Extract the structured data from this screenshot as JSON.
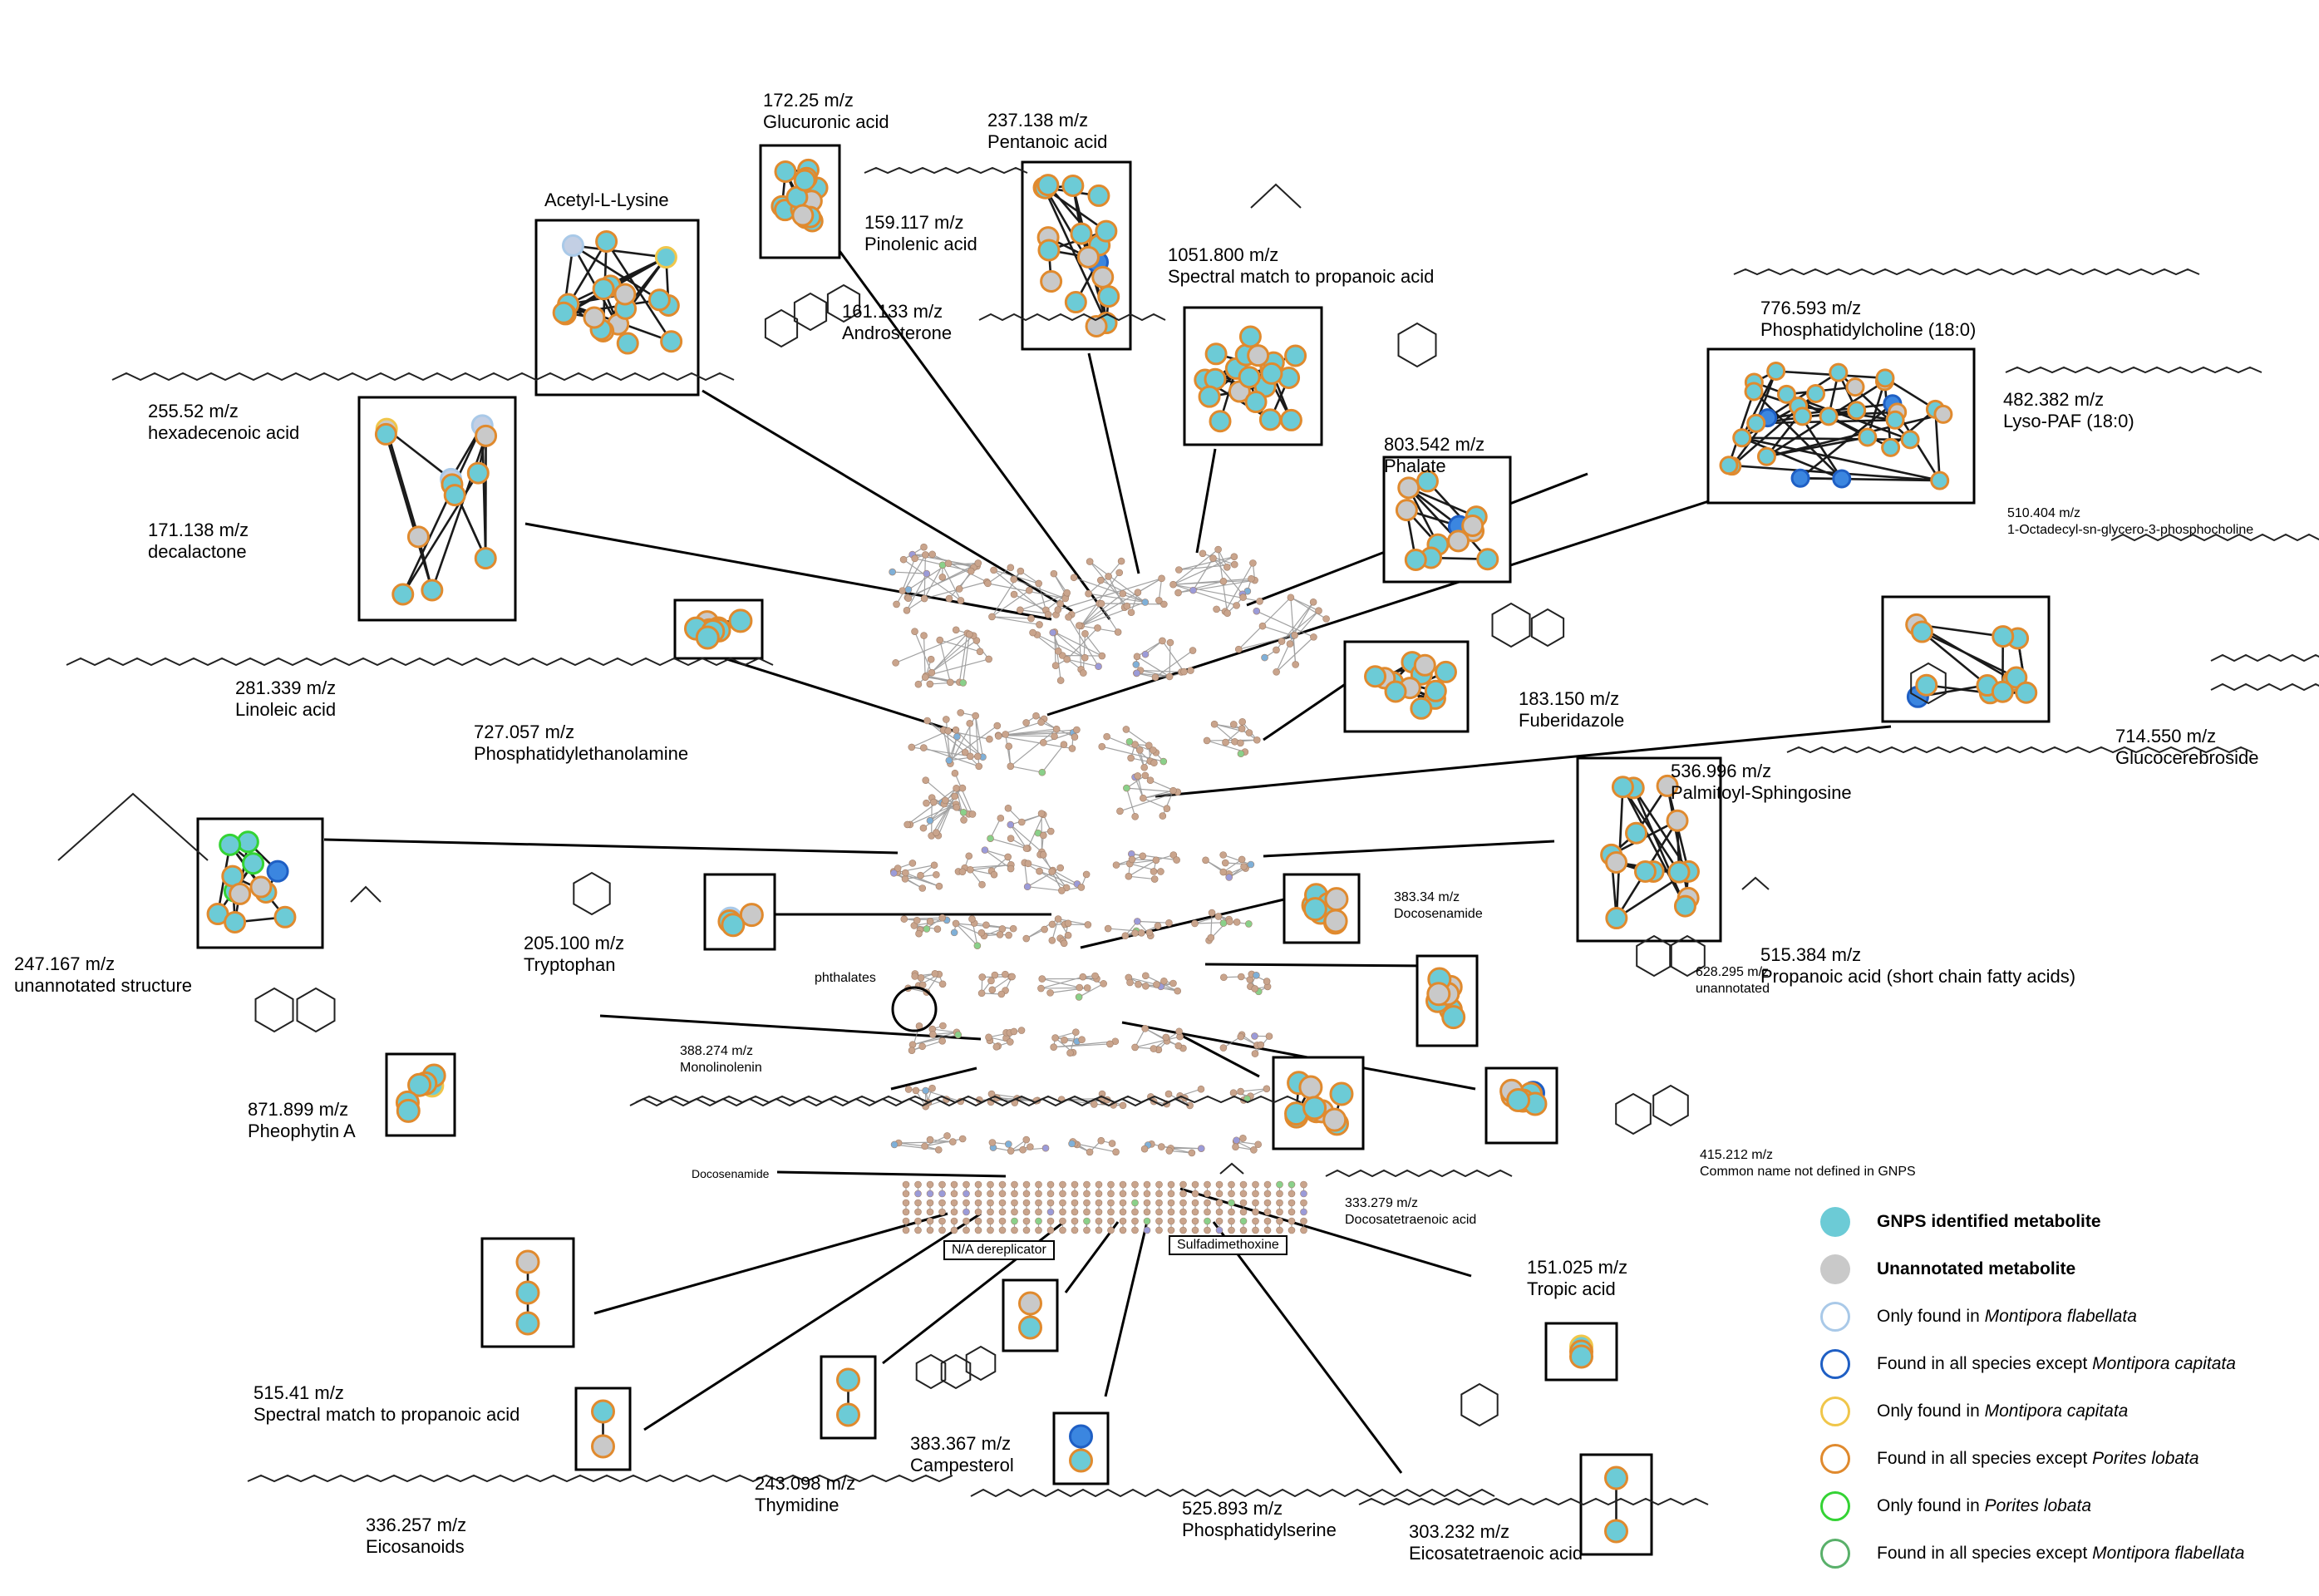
{
  "colors": {
    "gnps_fill": "#6ccbd6",
    "unannotated_fill": "#c9c9c9",
    "edge": "#1a1a1a",
    "network_node": "#c9a48c",
    "network_edge": "#8a8a8a",
    "only_mflabellata": "#a9c9e8",
    "all_except_mcapitata": "#1f5fc4",
    "only_mcapitata": "#f0c64a",
    "all_except_plobata": "#e08a2e",
    "only_plobata": "#34d334",
    "all_except_mflabellata": "#59b06a"
  },
  "labels": [
    {
      "mz": "172.25 m/z",
      "name": "Glucuronic acid"
    },
    {
      "mz": "237.138 m/z",
      "name": "Pentanoic acid"
    },
    {
      "mz": "",
      "name": "Acetyl-L-Lysine"
    },
    {
      "mz": "159.117 m/z",
      "name": "Pinolenic acid"
    },
    {
      "mz": "1051.800 m/z",
      "name": "Spectral match to propanoic acid"
    },
    {
      "mz": "161.133 m/z",
      "name": "Androsterone"
    },
    {
      "mz": "776.593 m/z",
      "name": "Phosphatidylcholine (18:0)"
    },
    {
      "mz": "482.382 m/z",
      "name": "Lyso-PAF (18:0)"
    },
    {
      "mz": "255.52 m/z",
      "name": "hexadecenoic acid"
    },
    {
      "mz": "803.542 m/z",
      "name": "Phalate"
    },
    {
      "mz": "171.138 m/z",
      "name": "decalactone"
    },
    {
      "mz": "281.339 m/z",
      "name": "Linoleic acid"
    },
    {
      "mz": "727.057 m/z",
      "name": "Phosphatidylethanolamine"
    },
    {
      "mz": "183.150 m/z",
      "name": "Fuberidazole"
    },
    {
      "mz": "714.550 m/z",
      "name": "Glucocerebroside"
    },
    {
      "mz": "536.996 m/z",
      "name": "Palmitoyl-Sphingosine"
    },
    {
      "mz": "247.167 m/z",
      "name": "unannotated structure"
    },
    {
      "mz": "205.100 m/z",
      "name": "Tryptophan"
    },
    {
      "mz": "515.384 m/z",
      "name": "Propanoic acid (short chain fatty acids)"
    },
    {
      "mz": "871.899 m/z",
      "name": "Pheophytin A"
    },
    {
      "mz": "151.025 m/z",
      "name": "Tropic acid"
    },
    {
      "mz": "515.41 m/z",
      "name": "Spectral match to propanoic acid"
    },
    {
      "mz": "243.098 m/z",
      "name": "Thymidine"
    },
    {
      "mz": "383.367 m/z",
      "name": "Campesterol"
    },
    {
      "mz": "336.257 m/z",
      "name": "Eicosanoids"
    },
    {
      "mz": "525.893 m/z",
      "name": "Phosphatidylserine"
    },
    {
      "mz": "303.232 m/z",
      "name": "Eicosatetraenoic acid"
    }
  ],
  "small_labels": [
    {
      "mz": "510.404 m/z",
      "name": "1-Octadecyl-sn-glycero-3-phosphocholine"
    },
    {
      "mz": "383.34 m/z",
      "name": "Docosenamide"
    },
    {
      "mz": "628.295 m/z",
      "name": "unannotated"
    },
    {
      "mz": "388.274 m/z",
      "name": "Monolinolenin"
    },
    {
      "mz": "415.212 m/z",
      "name": "Common name not defined in GNPS"
    },
    {
      "mz": "333.279 m/z",
      "name": "Docosatetraenoic acid"
    }
  ],
  "tags": {
    "phthalates": "phthalates",
    "docosenamide": "Docosenamide",
    "na_dereplicator": "N/A dereplicator",
    "sulfadimethoxine": "Sulfadimethoxine"
  },
  "legend": [
    {
      "text": "GNPS identified metabolite",
      "bold": true,
      "italic": ""
    },
    {
      "text": "Unannotated metabolite",
      "bold": true,
      "italic": ""
    },
    {
      "text": "Only found in ",
      "bold": false,
      "italic": "Montipora flabellata"
    },
    {
      "text": "Found in all species except ",
      "bold": false,
      "italic": "Montipora capitata"
    },
    {
      "text": "Only found in ",
      "bold": false,
      "italic": "Montipora capitata"
    },
    {
      "text": "Found in all species except ",
      "bold": false,
      "italic": "Porites lobata"
    },
    {
      "text": "Only found in ",
      "bold": false,
      "italic": "Porites lobata"
    },
    {
      "text": "Found in all species except ",
      "bold": false,
      "italic": "Montipora flabellata"
    }
  ]
}
